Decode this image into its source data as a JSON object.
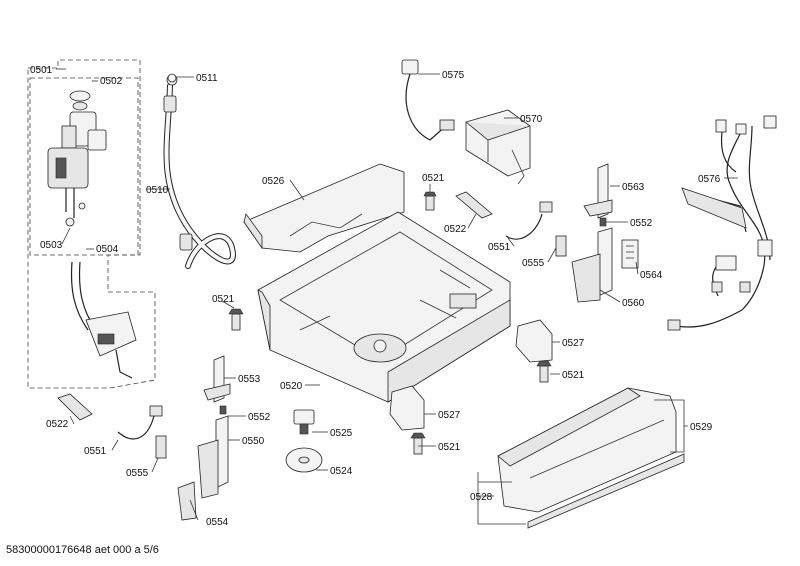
{
  "labels": {
    "p0501": "0501",
    "p0502": "0502",
    "p0503": "0503",
    "p0504": "0504",
    "p0510": "0510",
    "p0511": "0511",
    "p0520": "0520",
    "p0521": "0521",
    "p0522": "0522",
    "p0524": "0524",
    "p0525": "0525",
    "p0526": "0526",
    "p0527": "0527",
    "p0528": "0528",
    "p0529": "0529",
    "p0550": "0550",
    "p0551": "0551",
    "p0552": "0552",
    "p0553": "0553",
    "p0554": "0554",
    "p0555": "0555",
    "p0560": "0560",
    "p0563": "0563",
    "p0564": "0564",
    "p0570": "0570",
    "p0575": "0575",
    "p0576": "0576"
  },
  "footer": {
    "text": "58300000176648 aet 000 a 5/6"
  }
}
